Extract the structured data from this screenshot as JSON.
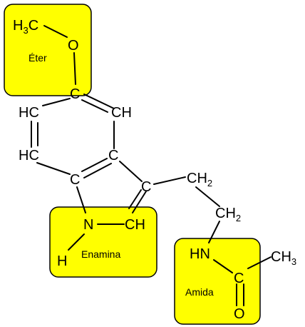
{
  "colors": {
    "highlight": "#ffff00",
    "line": "#000000",
    "background": "#ffffff"
  },
  "groups": {
    "ether": "Éter",
    "enamine": "Enamina",
    "amide": "Amida"
  },
  "atoms": {
    "h3c_main": "H",
    "h3c_sub": "3",
    "h3c_c": "C",
    "o_ether": "O",
    "c_top": "C",
    "hc_left_upper": "HC",
    "ch_right_upper": "CH",
    "hc_left_lower": "HC",
    "c_right_mid": "C",
    "c_ring_junction": "C",
    "c_pyrrole": "C",
    "ch2_first_main": "CH",
    "ch2_first_sub": "2",
    "ch2_second_main": "CH",
    "ch2_second_sub": "2",
    "n_ring": "N",
    "ch_pyrrole": "CH",
    "h_nh": "H",
    "hn_amide": "HN",
    "c_carbonyl": "C",
    "ch3_main": "CH",
    "ch3_sub": "3",
    "o_carbonyl": "O"
  }
}
